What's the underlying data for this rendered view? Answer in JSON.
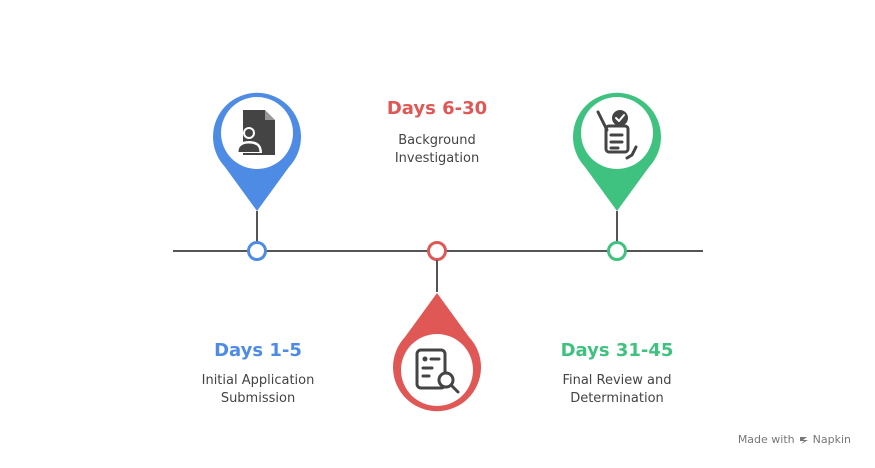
{
  "colors": {
    "blue": "#4e8be4",
    "red": "#e05856",
    "green": "#3fc27f",
    "line": "#555555",
    "icon": "#444444"
  },
  "phases": [
    {
      "days": "Days 1-5",
      "desc_line1": "Initial Application",
      "desc_line2": "Submission",
      "icon": "document-user-icon"
    },
    {
      "days": "Days 6-30",
      "desc_line1": "Background",
      "desc_line2": "Investigation",
      "icon": "document-search-icon"
    },
    {
      "days": "Days 31-45",
      "desc_line1": "Final Review and",
      "desc_line2": "Determination",
      "icon": "checklist-handshake-icon"
    }
  ],
  "footer": {
    "made_with": "Made with",
    "brand": "Napkin"
  }
}
